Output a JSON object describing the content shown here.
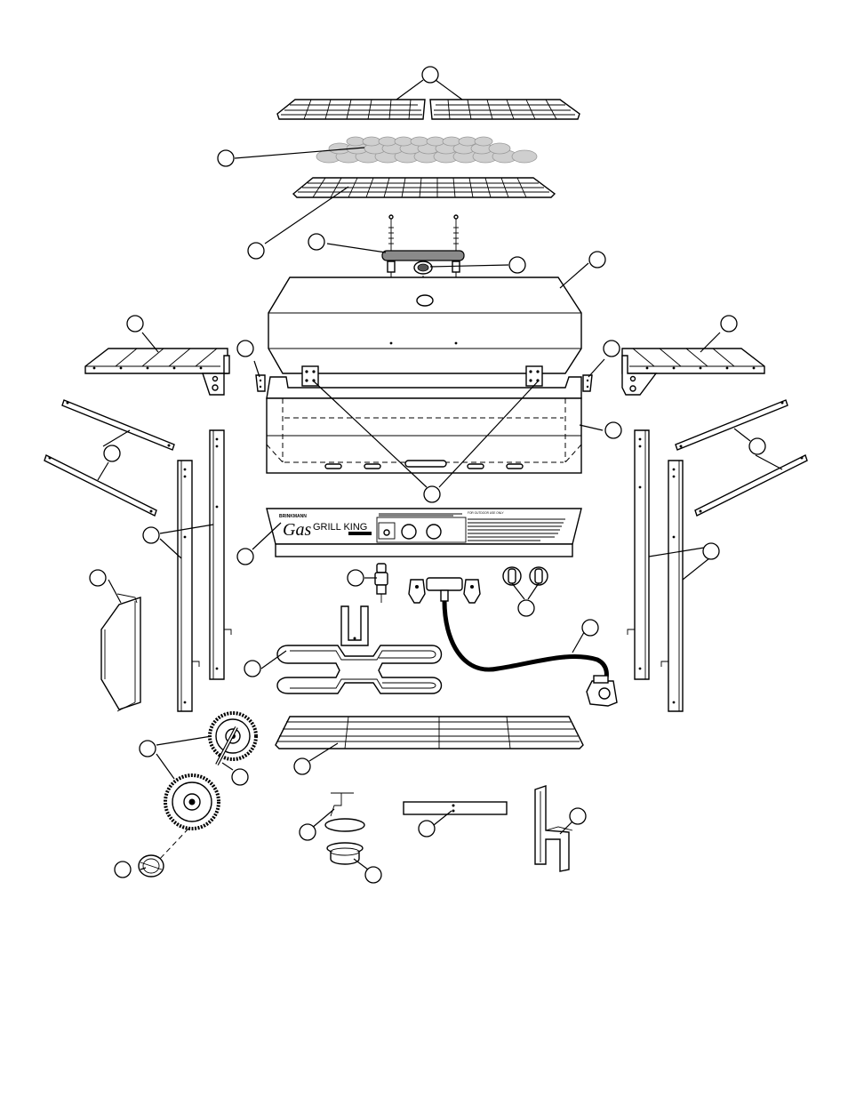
{
  "brand": {
    "logo_small": "BRINKMANN",
    "gas": "Gas",
    "grill_king": "GRILL KING",
    "panel_heading": "FOR OUTDOOR USE ONLY"
  },
  "parts": [
    {
      "id": "cooking-grate"
    },
    {
      "id": "lava-rocks"
    },
    {
      "id": "rock-grate"
    },
    {
      "id": "lid-handle"
    },
    {
      "id": "temperature-gauge"
    },
    {
      "id": "grill-lid"
    },
    {
      "id": "left-side-shelf"
    },
    {
      "id": "left-shelf-bracket"
    },
    {
      "id": "right-shelf-bracket"
    },
    {
      "id": "right-side-shelf"
    },
    {
      "id": "left-cross-braces"
    },
    {
      "id": "grill-body"
    },
    {
      "id": "hinges"
    },
    {
      "id": "right-cross-braces"
    },
    {
      "id": "left-legs"
    },
    {
      "id": "control-panel"
    },
    {
      "id": "right-legs"
    },
    {
      "id": "ignitor"
    },
    {
      "id": "control-knobs"
    },
    {
      "id": "tank-heat-shield"
    },
    {
      "id": "burner"
    },
    {
      "id": "regulator-hose"
    },
    {
      "id": "wheels"
    },
    {
      "id": "axle"
    },
    {
      "id": "bottom-shelf"
    },
    {
      "id": "hubcap"
    },
    {
      "id": "cup-holder"
    },
    {
      "id": "support-bar"
    },
    {
      "id": "tank-hook"
    }
  ]
}
